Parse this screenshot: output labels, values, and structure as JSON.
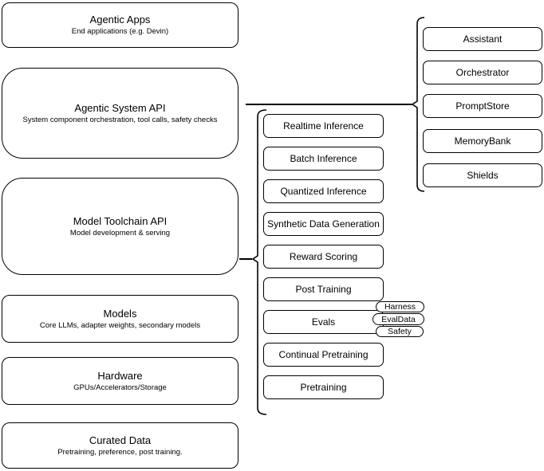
{
  "diagram": {
    "left_stack": [
      {
        "title": "Agentic Apps",
        "subtitle": "End applications (e.g. Devin)"
      },
      {
        "title": "Agentic System API",
        "subtitle": "System component orchestration, tool calls, safety checks"
      },
      {
        "title": "Model Toolchain API",
        "subtitle": "Model development & serving"
      },
      {
        "title": "Models",
        "subtitle": "Core LLMs, adapter weights, secondary models"
      },
      {
        "title": "Hardware",
        "subtitle": "GPUs/Accelerators/Storage"
      },
      {
        "title": "Curated Data",
        "subtitle": "Pretraining, preference, post training."
      }
    ],
    "toolchain_items": [
      "Realtime Inference",
      "Batch Inference",
      "Quantized Inference",
      "Synthetic Data Generation",
      "Reward Scoring",
      "Post Training",
      "Evals",
      "Continual Pretraining",
      "Pretraining"
    ],
    "eval_pills": [
      "Harness",
      "EvalData",
      "Safety"
    ],
    "system_components": [
      "Assistant",
      "Orchestrator",
      "PromptStore",
      "MemoryBank",
      "Shields"
    ],
    "colors": {
      "stroke": "#000000",
      "background": "#ffffff"
    }
  }
}
